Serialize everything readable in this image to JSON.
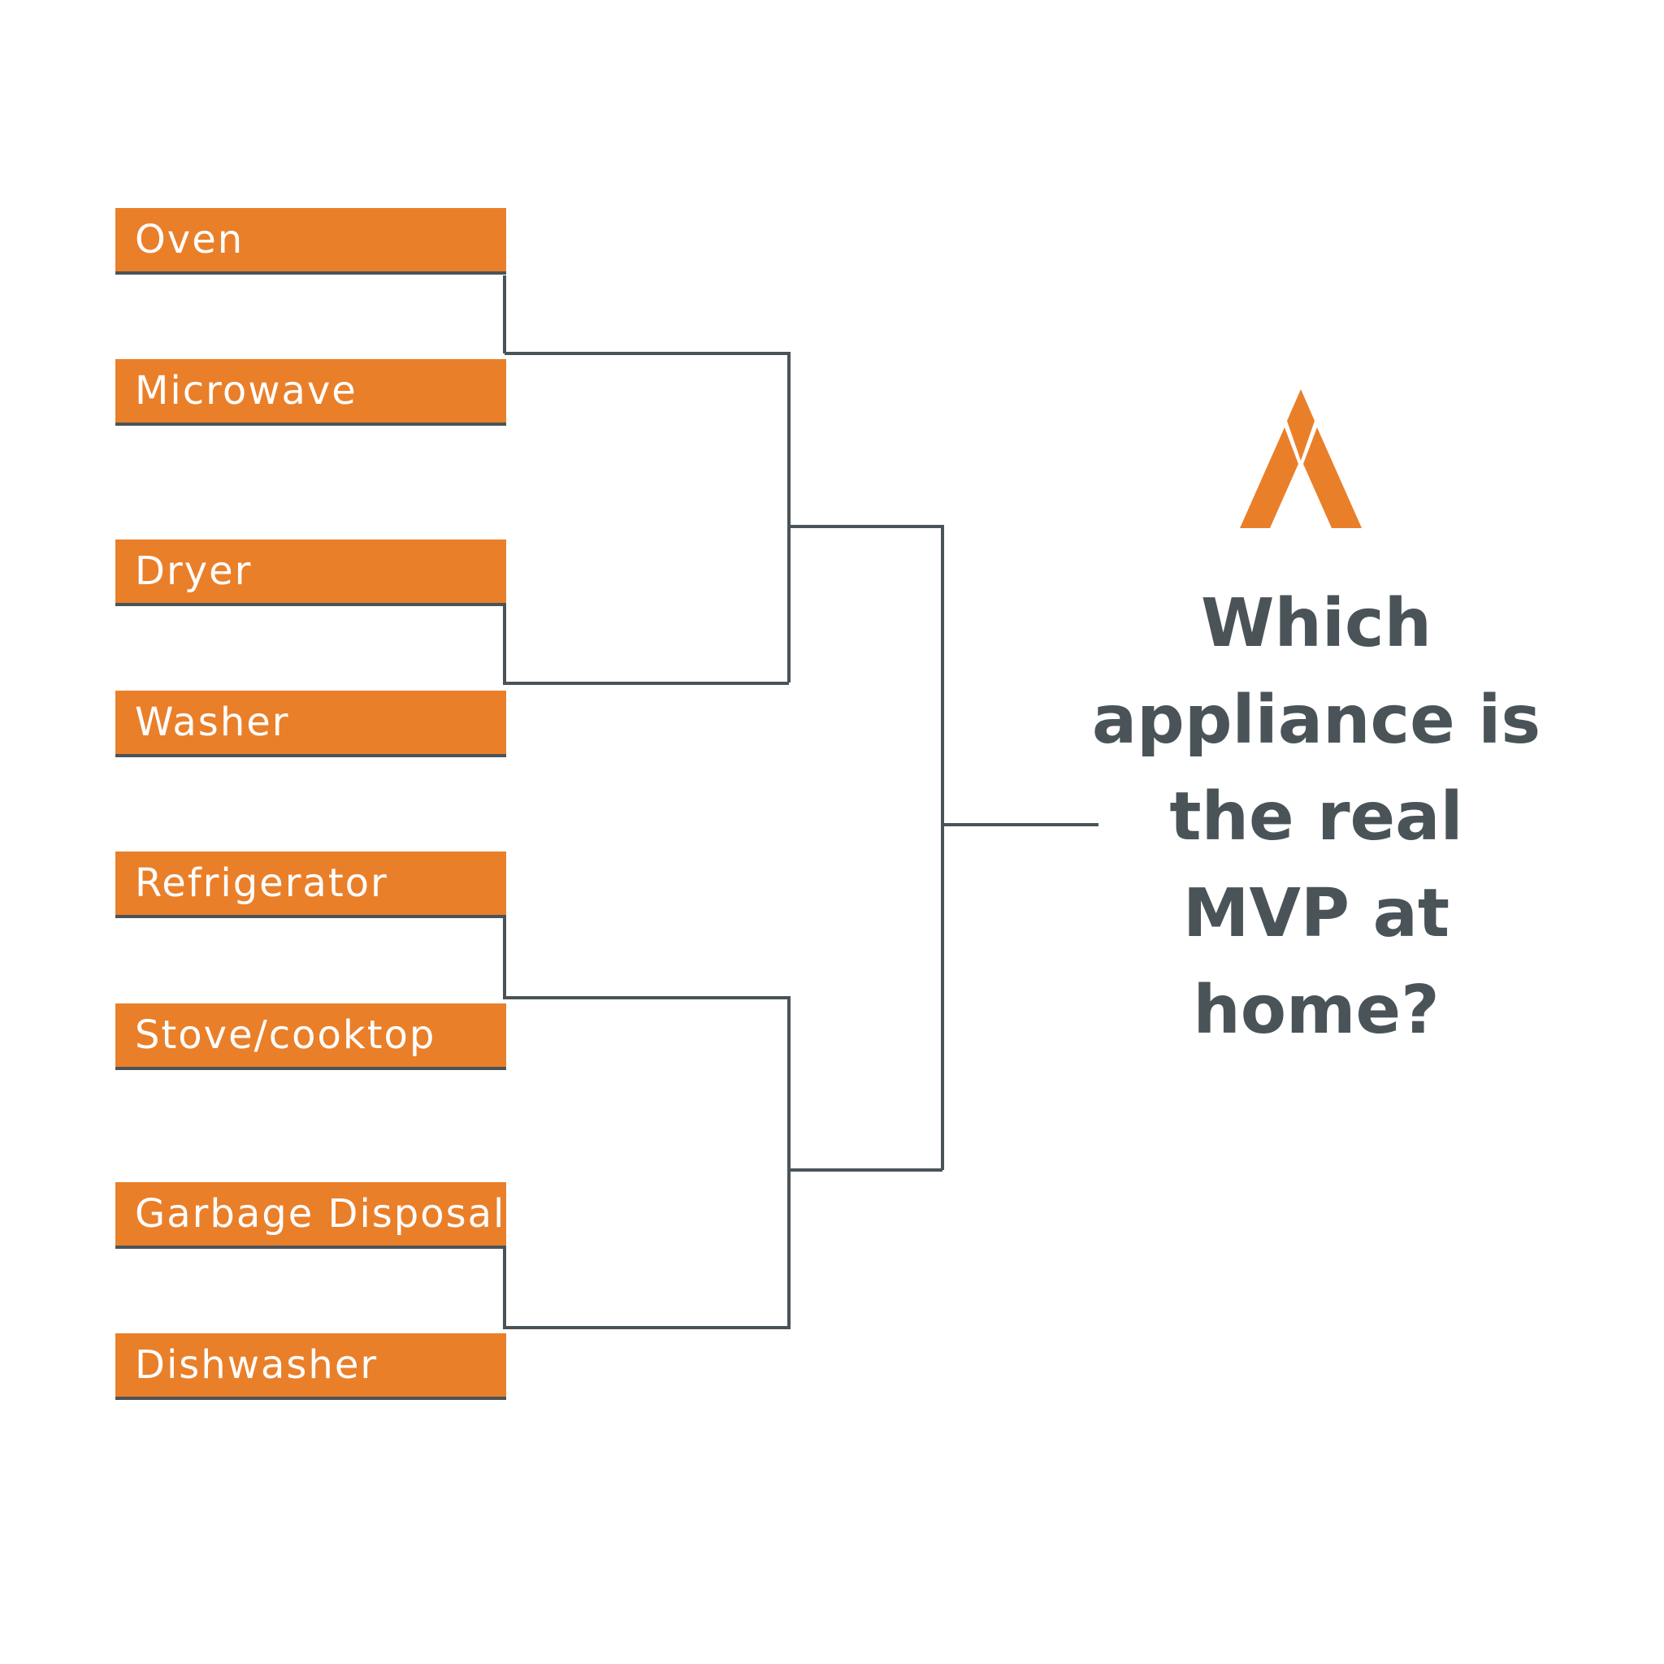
{
  "colors": {
    "accent": "#ea7f2a",
    "line": "#4a5458",
    "text_dark": "#4a5458",
    "label_text": "#ffffff",
    "background": "#ffffff"
  },
  "bracket": {
    "entries": [
      {
        "label": "Oven"
      },
      {
        "label": "Microwave"
      },
      {
        "label": "Dryer"
      },
      {
        "label": "Washer"
      },
      {
        "label": "Refrigerator"
      },
      {
        "label": "Stove/cooktop"
      },
      {
        "label": "Garbage Disposal"
      },
      {
        "label": "Dishwasher"
      }
    ]
  },
  "logo": {
    "icon": "orange-a-triangle-logo"
  },
  "question": {
    "text": "Which\nappliance is\nthe real\nMVP at\nhome?"
  }
}
